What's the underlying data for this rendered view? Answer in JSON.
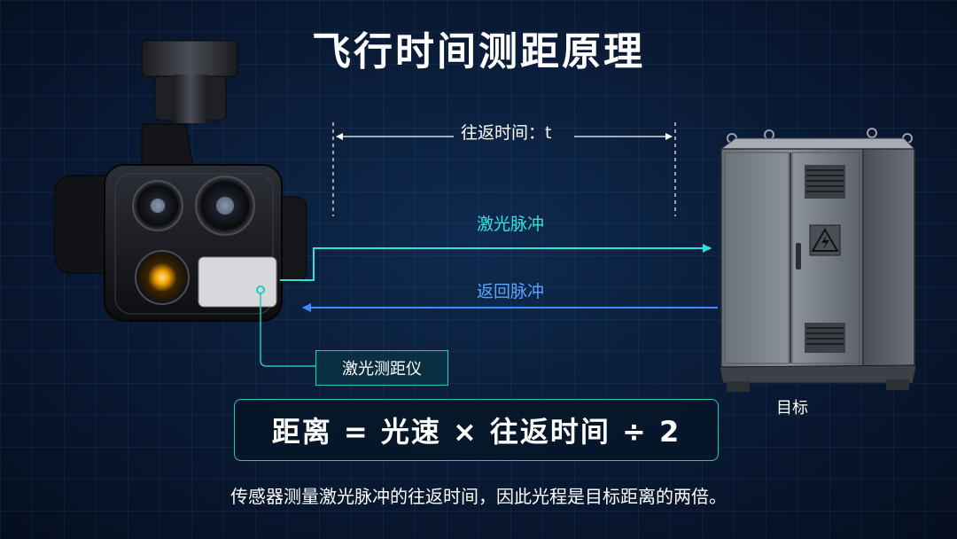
{
  "title": "飞行时间测距原理",
  "time_label": "往返时间：t",
  "laser_pulse": "激光脉冲",
  "return_pulse": "返回脉冲",
  "device_label": "激光测距仪",
  "target_label": "目标",
  "formula": "距离 = 光速 × 往返时间 ÷ 2",
  "caption": "传感器测量激光脉冲的往返时间，因此光程是目标距离的两倍。",
  "colors": {
    "laser": "#2fe3dd",
    "return": "#3d8bff",
    "accent": "#23c9b8",
    "background": "#07142a"
  },
  "icons": [
    "drone-camera-gimbal",
    "electrical-cabinet",
    "high-voltage-warning-icon"
  ]
}
